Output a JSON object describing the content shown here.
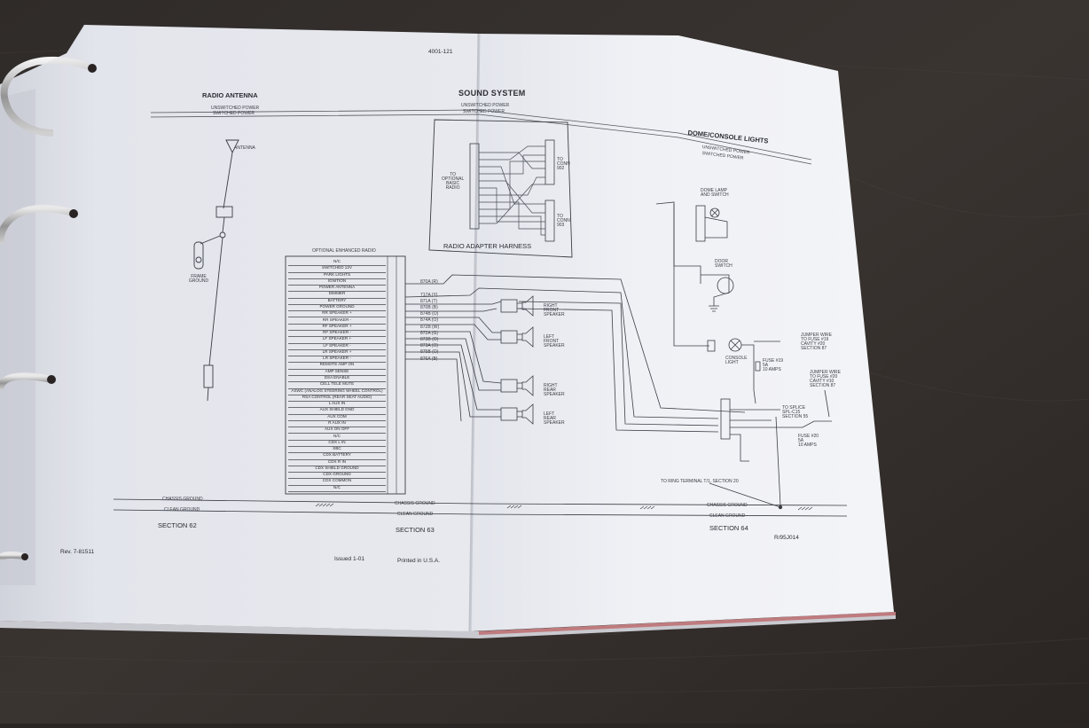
{
  "doc": {
    "page_number": "4001-121",
    "title_sound": "SOUND SYSTEM",
    "title_antenna": "RADIO ANTENNA",
    "title_dome": "DOME/CONSOLE LIGHTS",
    "unswitched_power": "UNSWITCHED POWER",
    "switched_power": "SWITCHED POWER",
    "antenna": "ANTENNA",
    "frame_ground": "FRAME GROUND",
    "radio_adapter_harness": "RADIO ADAPTER HARNESS",
    "to_optional_basic_radio": [
      "TO",
      "OPTIONAL",
      "BASIC",
      "RADIO"
    ],
    "to_conn_1": [
      "TO",
      "CONN",
      "902"
    ],
    "to_conn_2": [
      "TO",
      "CONN",
      "903"
    ],
    "optional_enhanced_radio": "OPTIONAL ENHANCED RADIO",
    "pins": [
      "N/C",
      "SWITCHED 12V",
      "PARK LIGHTS",
      "IGNITION",
      "POWER ANTENNA",
      "DIMMER",
      "BATTERY",
      "POWER GROUND",
      "RR SPEAKER +",
      "RR SPEAKER -",
      "RF SPEAKER +",
      "RF SPEAKER -",
      "LF SPEAKER +",
      "LF SPEAKER -",
      "LR SPEAKER +",
      "LR SPEAKER -",
      "REMOTE AMP ON",
      "AMP SENSE",
      "DSA ENABLE",
      "CELL TELE MUTE",
      "ASWC (ANALOG STEERING WHEEL CONTROL)",
      "RSA CONTROL (REAR SEAT AUDIO)",
      "L AUX IN",
      "AUX SHIELD GND",
      "AUX COM",
      "R AUX IN",
      "AUX ON OFF",
      "N/C",
      "CDX L IN",
      "SBC",
      "CDX BATTERY",
      "CDX R IN",
      "CDX SHIELD GROUND",
      "CDX GROUND",
      "CDX COMMON",
      "N/C"
    ],
    "wires": [
      "870A (R)",
      "717A (Y)",
      "871A (T)",
      "870B (B)",
      "874B (O)",
      "874A (O)",
      "872B (W)",
      "872A (G)",
      "873B (O)",
      "873A (O)",
      "875B (O)",
      "876A (B)"
    ],
    "speakers": [
      {
        "label": [
          "RIGHT",
          "FRONT",
          "SPEAKER"
        ]
      },
      {
        "label": [
          "LEFT",
          "FRONT",
          "SPEAKER"
        ]
      },
      {
        "label": [
          "RIGHT",
          "REAR",
          "SPEAKER"
        ]
      },
      {
        "label": [
          "LEFT",
          "REAR",
          "SPEAKER"
        ]
      }
    ],
    "dome_lamp_switch": [
      "DOME LAMP",
      "AND SWITCH"
    ],
    "door_switch": [
      "DOOR",
      "SWITCH"
    ],
    "console_light": [
      "CONSOLE",
      "LIGHT"
    ],
    "fuse_a": [
      "FUSE #19",
      "5A",
      "10 AMPS"
    ],
    "fuse_b": [
      "FUSE #20",
      "5A",
      "10 AMPS"
    ],
    "to_splice": [
      "TO SPLICE",
      "SPL-C15",
      "SECTION 55"
    ],
    "jumper_1": [
      "JUMPER WIRE",
      "TO FUSE #19",
      "CAVITY #20",
      "SECTION 87"
    ],
    "jumper_2": [
      "JUMPER WIRE",
      "TO FUSE #20",
      "CAVITY #10",
      "SECTION 87"
    ],
    "to_ring_terminal": "TO RING TERMINAL T/1, SECTION 20",
    "chassis_ground": "CHASSIS GROUND",
    "clean_ground": "CLEAN GROUND",
    "section_62": "SECTION 62",
    "section_63": "SECTION 63",
    "section_64": "SECTION 64",
    "ref_code": "R/95J014",
    "rev": "Rev. 7-81511",
    "issued": "Issued 1-01",
    "printed": "Printed in U.S.A."
  }
}
